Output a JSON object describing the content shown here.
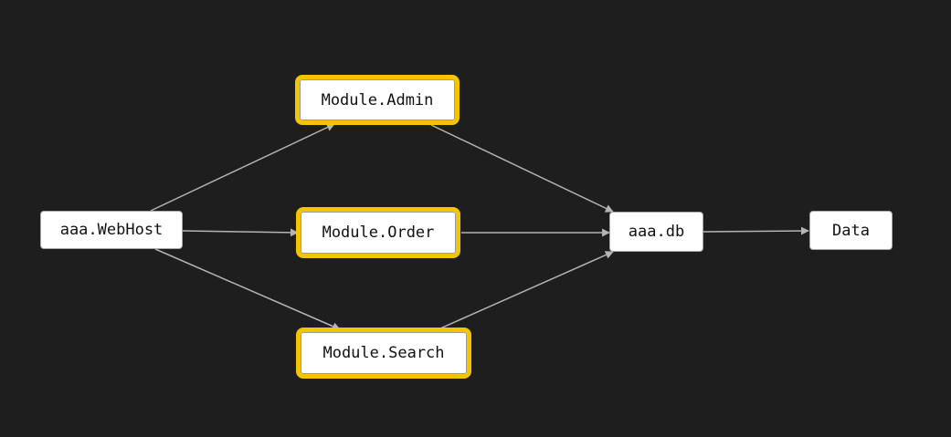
{
  "colors": {
    "background": "#1e1e1e",
    "node_fill": "#ffffff",
    "node_border": "#a8a8a8",
    "highlight_border": "#f2c500",
    "edge": "#b4b4b4"
  },
  "nodes": {
    "webhost": {
      "label": "aaa.WebHost",
      "highlighted": false
    },
    "admin": {
      "label": "Module.Admin",
      "highlighted": true
    },
    "order": {
      "label": "Module.Order",
      "highlighted": true
    },
    "search": {
      "label": "Module.Search",
      "highlighted": true
    },
    "db": {
      "label": "aaa.db",
      "highlighted": false
    },
    "data": {
      "label": "Data",
      "highlighted": false
    }
  },
  "edges": [
    {
      "from": "aaa.WebHost",
      "to": "Module.Admin"
    },
    {
      "from": "aaa.WebHost",
      "to": "Module.Order"
    },
    {
      "from": "aaa.WebHost",
      "to": "Module.Search"
    },
    {
      "from": "Module.Admin",
      "to": "aaa.db"
    },
    {
      "from": "Module.Order",
      "to": "aaa.db"
    },
    {
      "from": "Module.Search",
      "to": "aaa.db"
    },
    {
      "from": "aaa.db",
      "to": "Data"
    }
  ]
}
